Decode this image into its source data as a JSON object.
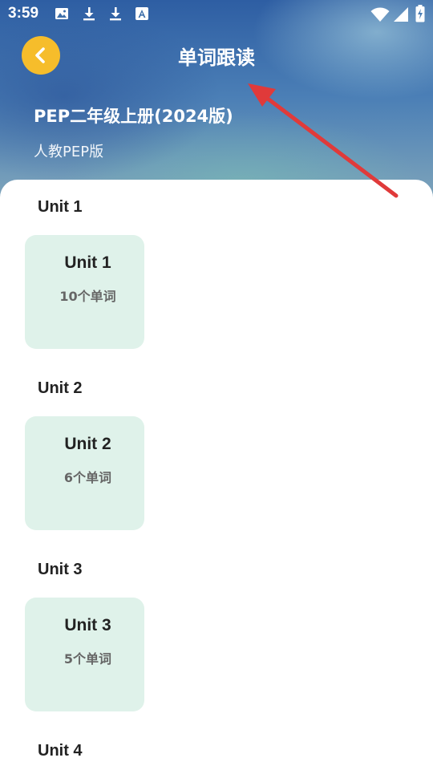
{
  "status_bar": {
    "time": "3:59",
    "left_icons": [
      "image-icon",
      "download-icon",
      "download-icon",
      "font-icon"
    ],
    "right_icons": [
      "wifi-icon",
      "signal-icon",
      "battery-charging-icon"
    ]
  },
  "header": {
    "title": "单词跟读",
    "back_icon": "chevron-left-icon",
    "book_title": "PEP二年级上册(2024版)",
    "publisher": "人教PEP版"
  },
  "units": [
    {
      "heading": "Unit 1",
      "card_title": "Unit 1",
      "word_count": "10个单词"
    },
    {
      "heading": "Unit 2",
      "card_title": "Unit 2",
      "word_count": "6个单词"
    },
    {
      "heading": "Unit 3",
      "card_title": "Unit 3",
      "word_count": "5个单词"
    },
    {
      "heading": "Unit 4"
    }
  ],
  "colors": {
    "accent": "#f6bd2b",
    "card_background": "#dff2ea",
    "annotation_arrow": "#e03a3a"
  }
}
